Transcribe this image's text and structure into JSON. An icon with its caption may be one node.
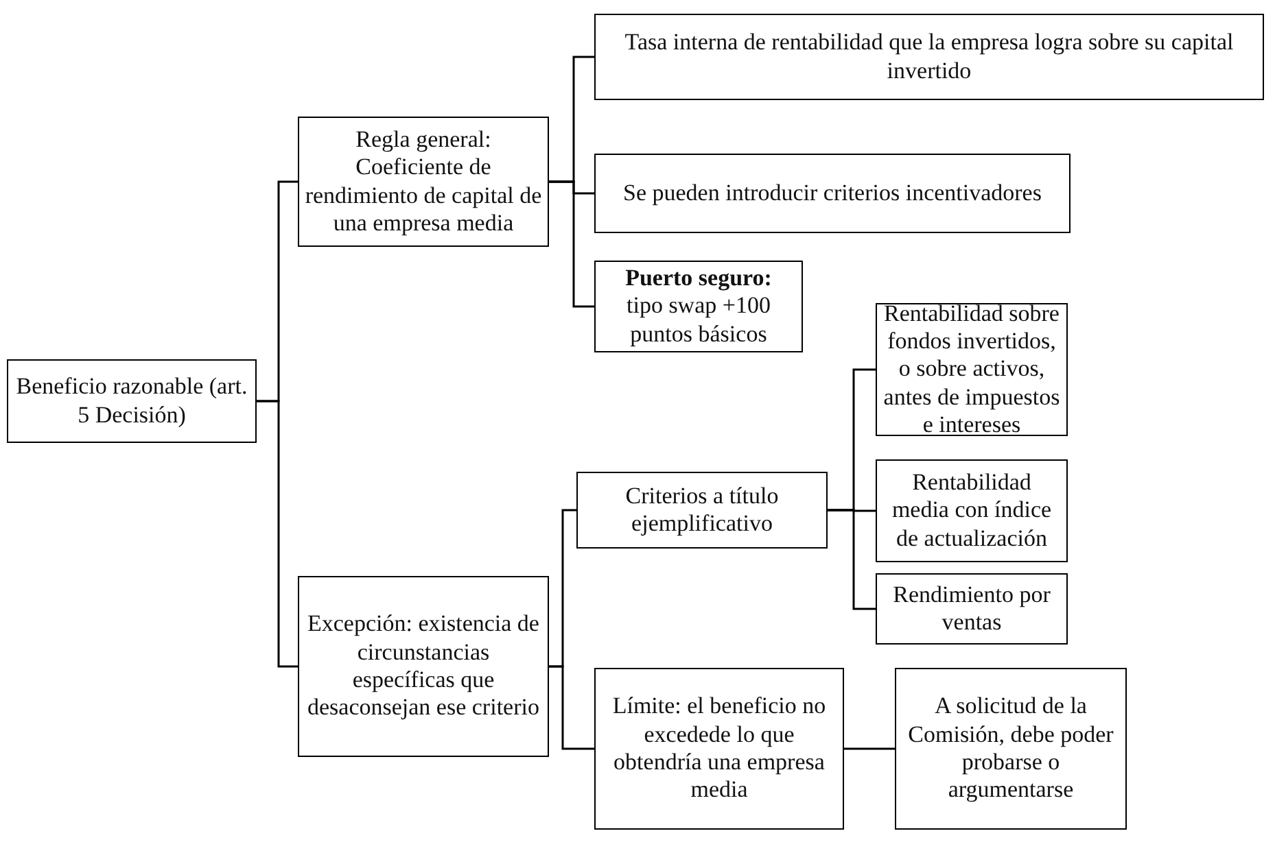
{
  "diagram": {
    "nodes": [
      {
        "text": [
          "Beneficio razonable (art. 5 Decisión)"
        ]
      },
      {
        "text": [
          "Regla general: Coeficiente de rendimiento de capital de una empresa media"
        ]
      },
      {
        "text": [
          "Tasa interna de rentabilidad que la empresa logra sobre su capital invertido"
        ]
      },
      {
        "text": [
          "Se pueden introducir criterios incentivadores"
        ]
      },
      {
        "text": [
          "Puerto seguro:",
          "tipo swap +100 puntos básicos"
        ]
      },
      {
        "text": [
          "Excepción: existencia de circunstancias específicas que desaconsejan ese criterio"
        ]
      },
      {
        "text": [
          "Criterios a título ejemplificativo"
        ]
      },
      {
        "text": [
          "Rentabilidad sobre fondos invertidos, o sobre activos, antes de impuestos e intereses"
        ]
      },
      {
        "text": [
          "Rentabilidad media con índice de actualización"
        ]
      },
      {
        "text": [
          "Rendimiento por ventas"
        ]
      },
      {
        "text": [
          "Límite: el beneficio no excedede lo que obtendría una empresa media"
        ]
      },
      {
        "text": [
          "A solicitud de la Comisión, debe poder probarse o argumentarse"
        ]
      }
    ],
    "edges": [
      {
        "from": 0,
        "to": 1,
        "arrow": "none"
      },
      {
        "from": 0,
        "to": 5,
        "arrow": "none"
      },
      {
        "from": 1,
        "to": 2,
        "arrow": "none"
      },
      {
        "from": 1,
        "to": 3,
        "arrow": "none"
      },
      {
        "from": 1,
        "to": 4,
        "arrow": "none"
      },
      {
        "from": 5,
        "to": 6,
        "arrow": "none"
      },
      {
        "from": 5,
        "to": 10,
        "arrow": "none"
      },
      {
        "from": 6,
        "to": 7,
        "arrow": "none"
      },
      {
        "from": 6,
        "to": 8,
        "arrow": "none"
      },
      {
        "from": 6,
        "to": 9,
        "arrow": "none"
      },
      {
        "from": 10,
        "to": 11,
        "arrow": "none"
      }
    ]
  }
}
